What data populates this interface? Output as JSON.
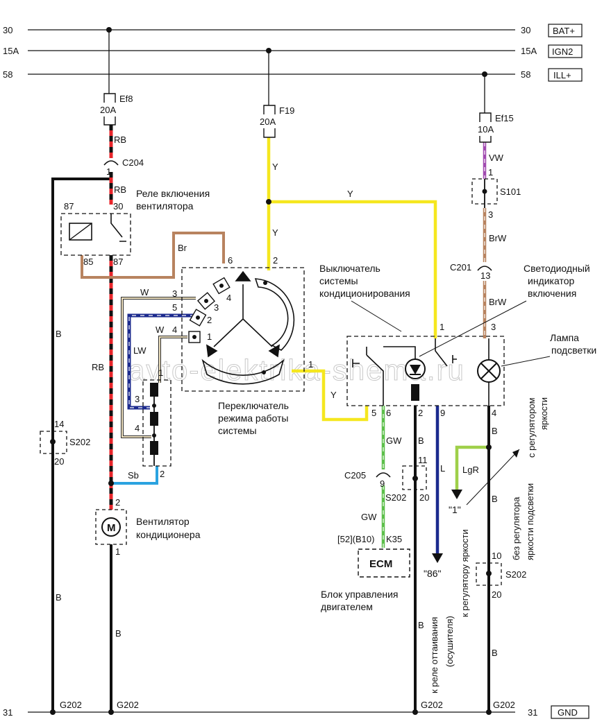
{
  "rails": {
    "r30": {
      "left": "30",
      "right": "30",
      "tag": "BAT+"
    },
    "r15a": {
      "left": "15A",
      "right": "15A",
      "tag": "IGN2"
    },
    "r58": {
      "left": "58",
      "right": "58",
      "tag": "ILL+"
    },
    "r31": {
      "left": "31",
      "right": "31",
      "tag": "GND"
    }
  },
  "fuses": {
    "ef8": {
      "name": "Ef8",
      "rating": "20A"
    },
    "f19": {
      "name": "F19",
      "rating": "20A"
    },
    "ef15": {
      "name": "Ef15",
      "rating": "10A"
    }
  },
  "wires": {
    "RB": "RB",
    "B": "B",
    "Y": "Y",
    "Br": "Br",
    "W": "W",
    "LW": "LW",
    "Sb": "Sb",
    "VW": "VW",
    "BrW": "BrW",
    "GW": "GW",
    "L": "L",
    "LgR": "LgR"
  },
  "connectors": {
    "C204": "C204",
    "C201": "C201",
    "C205": "C205",
    "S101": "S101",
    "S202": "S202",
    "G202": "G202",
    "K35": "K35",
    "B10": "[52](B10)"
  },
  "components": {
    "fan_relay": [
      "Реле включения",
      "вентилятора"
    ],
    "mode_switch": [
      "Переключатель",
      "режима работы",
      "системы"
    ],
    "ac_switch": [
      "Выключатель",
      "системы",
      "кондиционирования"
    ],
    "led": [
      "Светодиодный",
      "индикатор",
      "включения"
    ],
    "lamp": [
      "Лампа",
      "подсветки"
    ],
    "fan": [
      "Вентилятор",
      "кондиционера"
    ],
    "ecm_box": "ECM",
    "ecm": [
      "Блок управления",
      "двигателем"
    ],
    "motor": "M"
  },
  "notes": {
    "to_dryer_relay": [
      "к реле оттаивания",
      "(осушителя)"
    ],
    "to_dimmer": "к регулятору яркости",
    "with_dimmer": [
      "с регулятором",
      "яркости"
    ],
    "without_dimmer": [
      "без регулятора",
      "яркости подсветки"
    ],
    "q86": "\"86\"",
    "q1": "\"1\""
  },
  "pins": [
    "1",
    "2",
    "3",
    "4",
    "5",
    "6",
    "9",
    "10",
    "11",
    "13",
    "14",
    "20",
    "30",
    "85",
    "86",
    "87"
  ],
  "watermark": "avto-elektrika-shema.ru",
  "colors": {
    "red": "#e8262b",
    "black": "#111111",
    "yellow": "#f5e71f",
    "brown": "#b8835f",
    "blue": "#1b2a8e",
    "lightblue": "#2ba3e0",
    "green": "#5cbf4a",
    "lightgreen": "#9fd04a",
    "violet": "#a14ab0",
    "white_wire": "#dccfae"
  }
}
